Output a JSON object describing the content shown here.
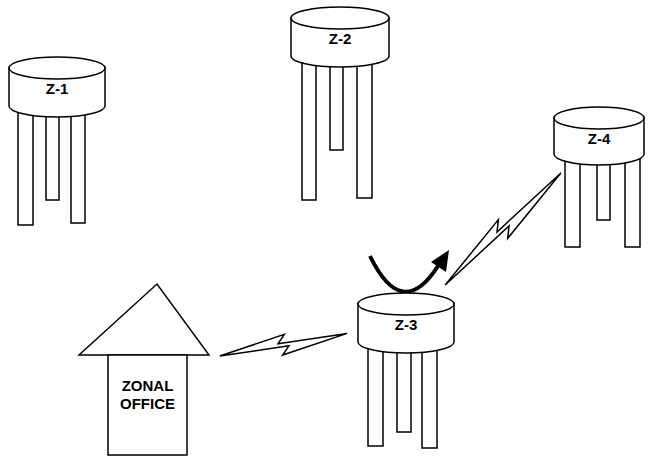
{
  "diagram": {
    "nodes": [
      {
        "text": [
          "Z-1"
        ]
      },
      {
        "text": [
          "Z-2"
        ]
      },
      {
        "text": [
          "Z-3"
        ]
      },
      {
        "text": [
          "Z-4"
        ]
      },
      {
        "text": [
          "ZONAL OFFICE"
        ]
      }
    ],
    "edges": [
      {
        "from": 4,
        "to": 2,
        "arrow": "none"
      },
      {
        "from": 2,
        "to": 3,
        "arrow": "none"
      }
    ]
  }
}
